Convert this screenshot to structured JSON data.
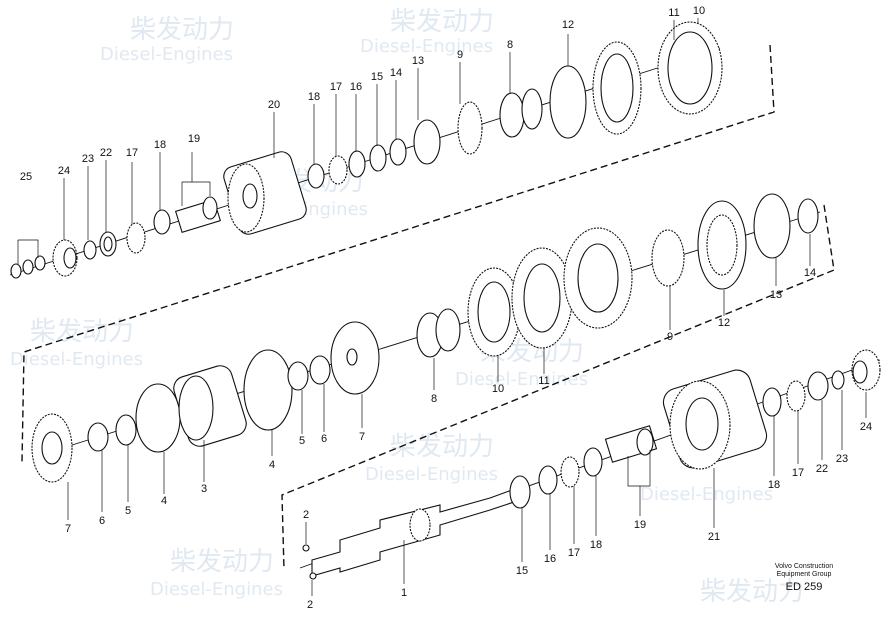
{
  "diagram": {
    "watermark": {
      "brand_cn": "柴发动力",
      "brand_en": "Diesel-Engines"
    },
    "footer": {
      "company_line1": "Volvo Construction",
      "company_line2": "Equipment Group",
      "code": "ED 259"
    },
    "labels": {
      "top": [
        "25",
        "24",
        "23",
        "22",
        "17",
        "18",
        "19",
        "20",
        "18",
        "17",
        "16",
        "15",
        "14",
        "13",
        "9",
        "8",
        "12",
        "11",
        "10"
      ],
      "middle": [
        "14",
        "13",
        "12",
        "9",
        "11",
        "10",
        "8",
        "7",
        "6",
        "5",
        "4",
        "3",
        "4",
        "5",
        "6",
        "7"
      ],
      "bottom": [
        "24",
        "23",
        "22",
        "17",
        "18",
        "21",
        "19",
        "18",
        "17",
        "16",
        "15",
        "1",
        "2",
        "2"
      ]
    }
  }
}
